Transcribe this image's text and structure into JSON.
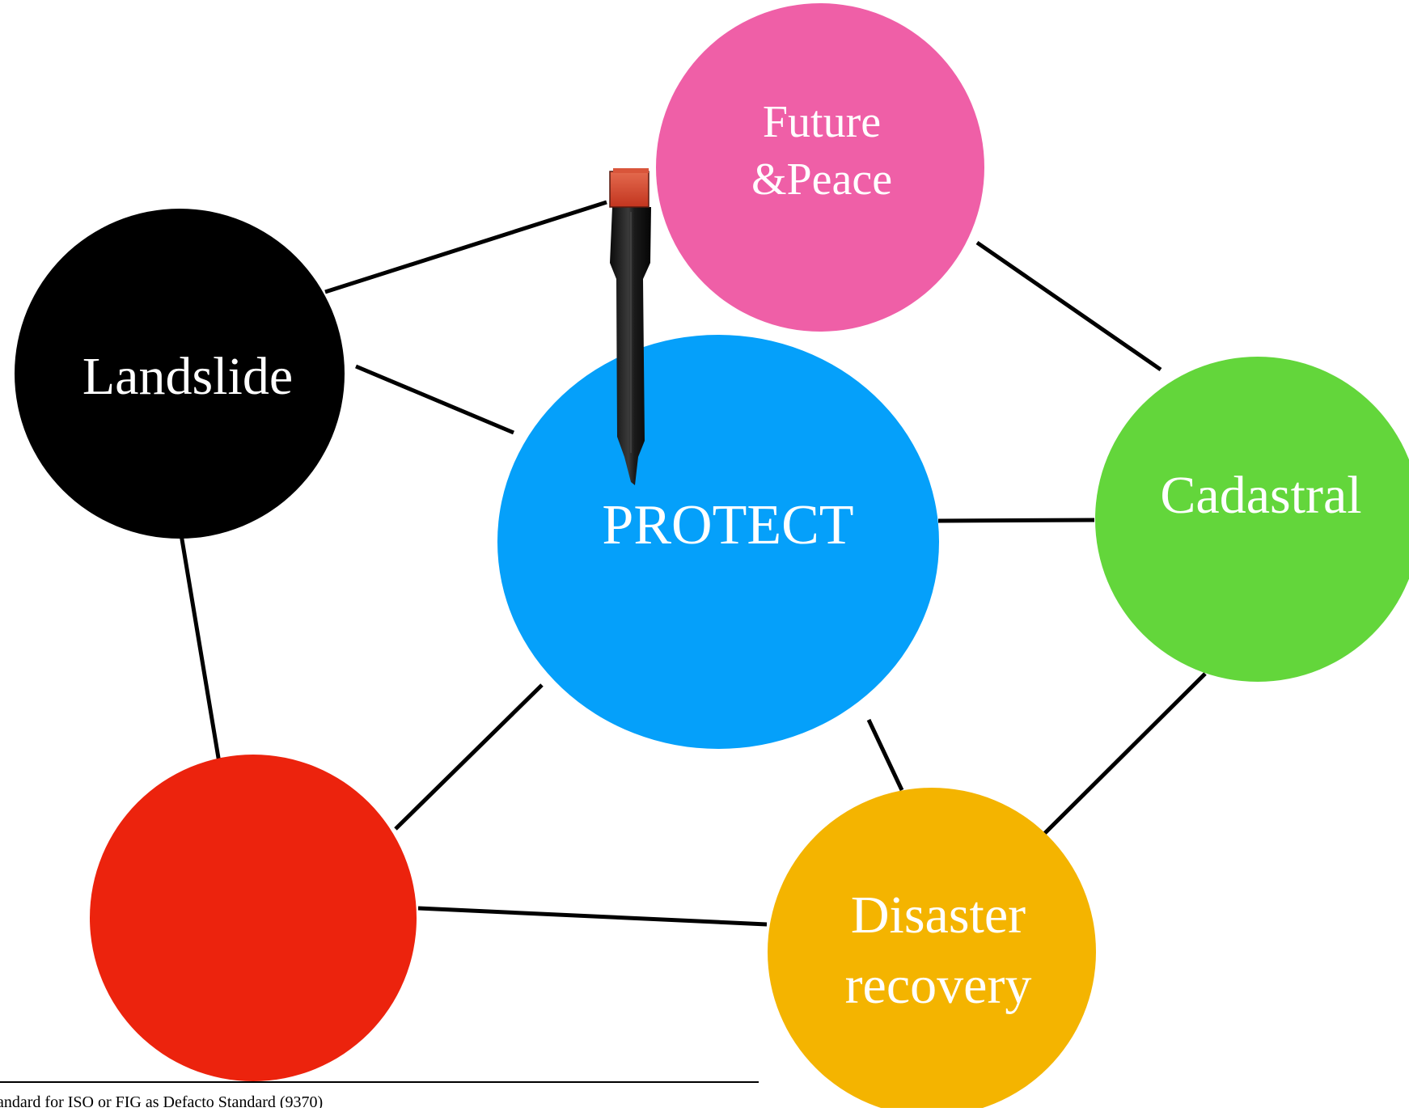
{
  "nodes": {
    "future_peace": {
      "lines": [
        "Future",
        "&Peace"
      ],
      "color": "#EF5FA7"
    },
    "landslide": {
      "lines": [
        "Landslide"
      ],
      "color": "#000000"
    },
    "protect": {
      "lines": [
        "PROTECT"
      ],
      "color": "#05A0FA"
    },
    "cadastral": {
      "lines": [
        "Cadastral"
      ],
      "color": "#63D63B"
    },
    "red_node": {
      "lines": [],
      "color": "#EC230D"
    },
    "disaster_recovery": {
      "lines": [
        "Disaster",
        "recovery"
      ],
      "color": "#F4B400"
    }
  },
  "connector_color": "#000000",
  "stake_icon": "survey-stake-icon",
  "footnote": "andard for ISO or FIG as Defacto Standard (9370)"
}
